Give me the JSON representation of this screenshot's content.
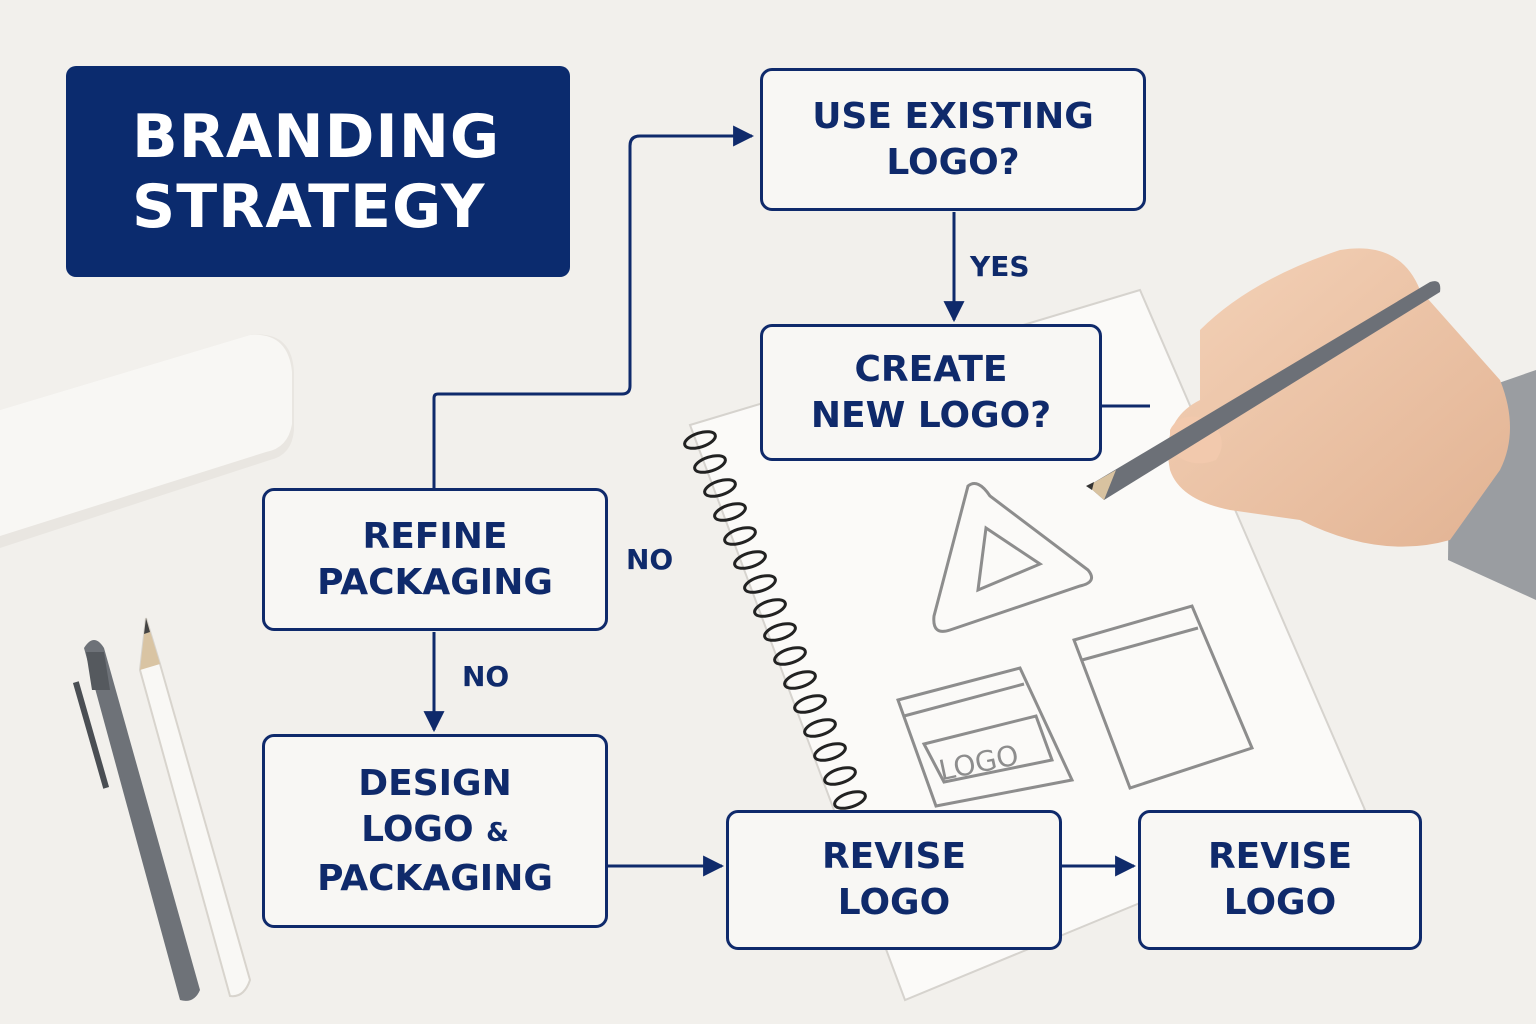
{
  "title": {
    "line1": "BRANDING",
    "line2": "STRATEGY"
  },
  "nodes": {
    "use_existing": {
      "line1": "USE EXISTING",
      "line2": "LOGO?"
    },
    "create_new": {
      "line1": "CREATE",
      "line2": "NEW LOGO?"
    },
    "refine": {
      "line1": "REFINE",
      "line2": "PACKAGING"
    },
    "design": {
      "line1": "DESIGN",
      "line2a": "LOGO",
      "line2b": "&",
      "line3": "PACKAGING"
    },
    "revise_1": {
      "line1": "REVISE",
      "line2": "LOGO"
    },
    "revise_2": {
      "line1": "REVISE",
      "line2": "LOGO"
    }
  },
  "edges": {
    "yes": "YES",
    "no_right": "NO",
    "no_down": "NO"
  },
  "sketch": {
    "logo_text": "LOGO"
  },
  "colors": {
    "navy": "#0b2b6e",
    "line": "#0f2a6b",
    "background": "#f2f0ec"
  }
}
